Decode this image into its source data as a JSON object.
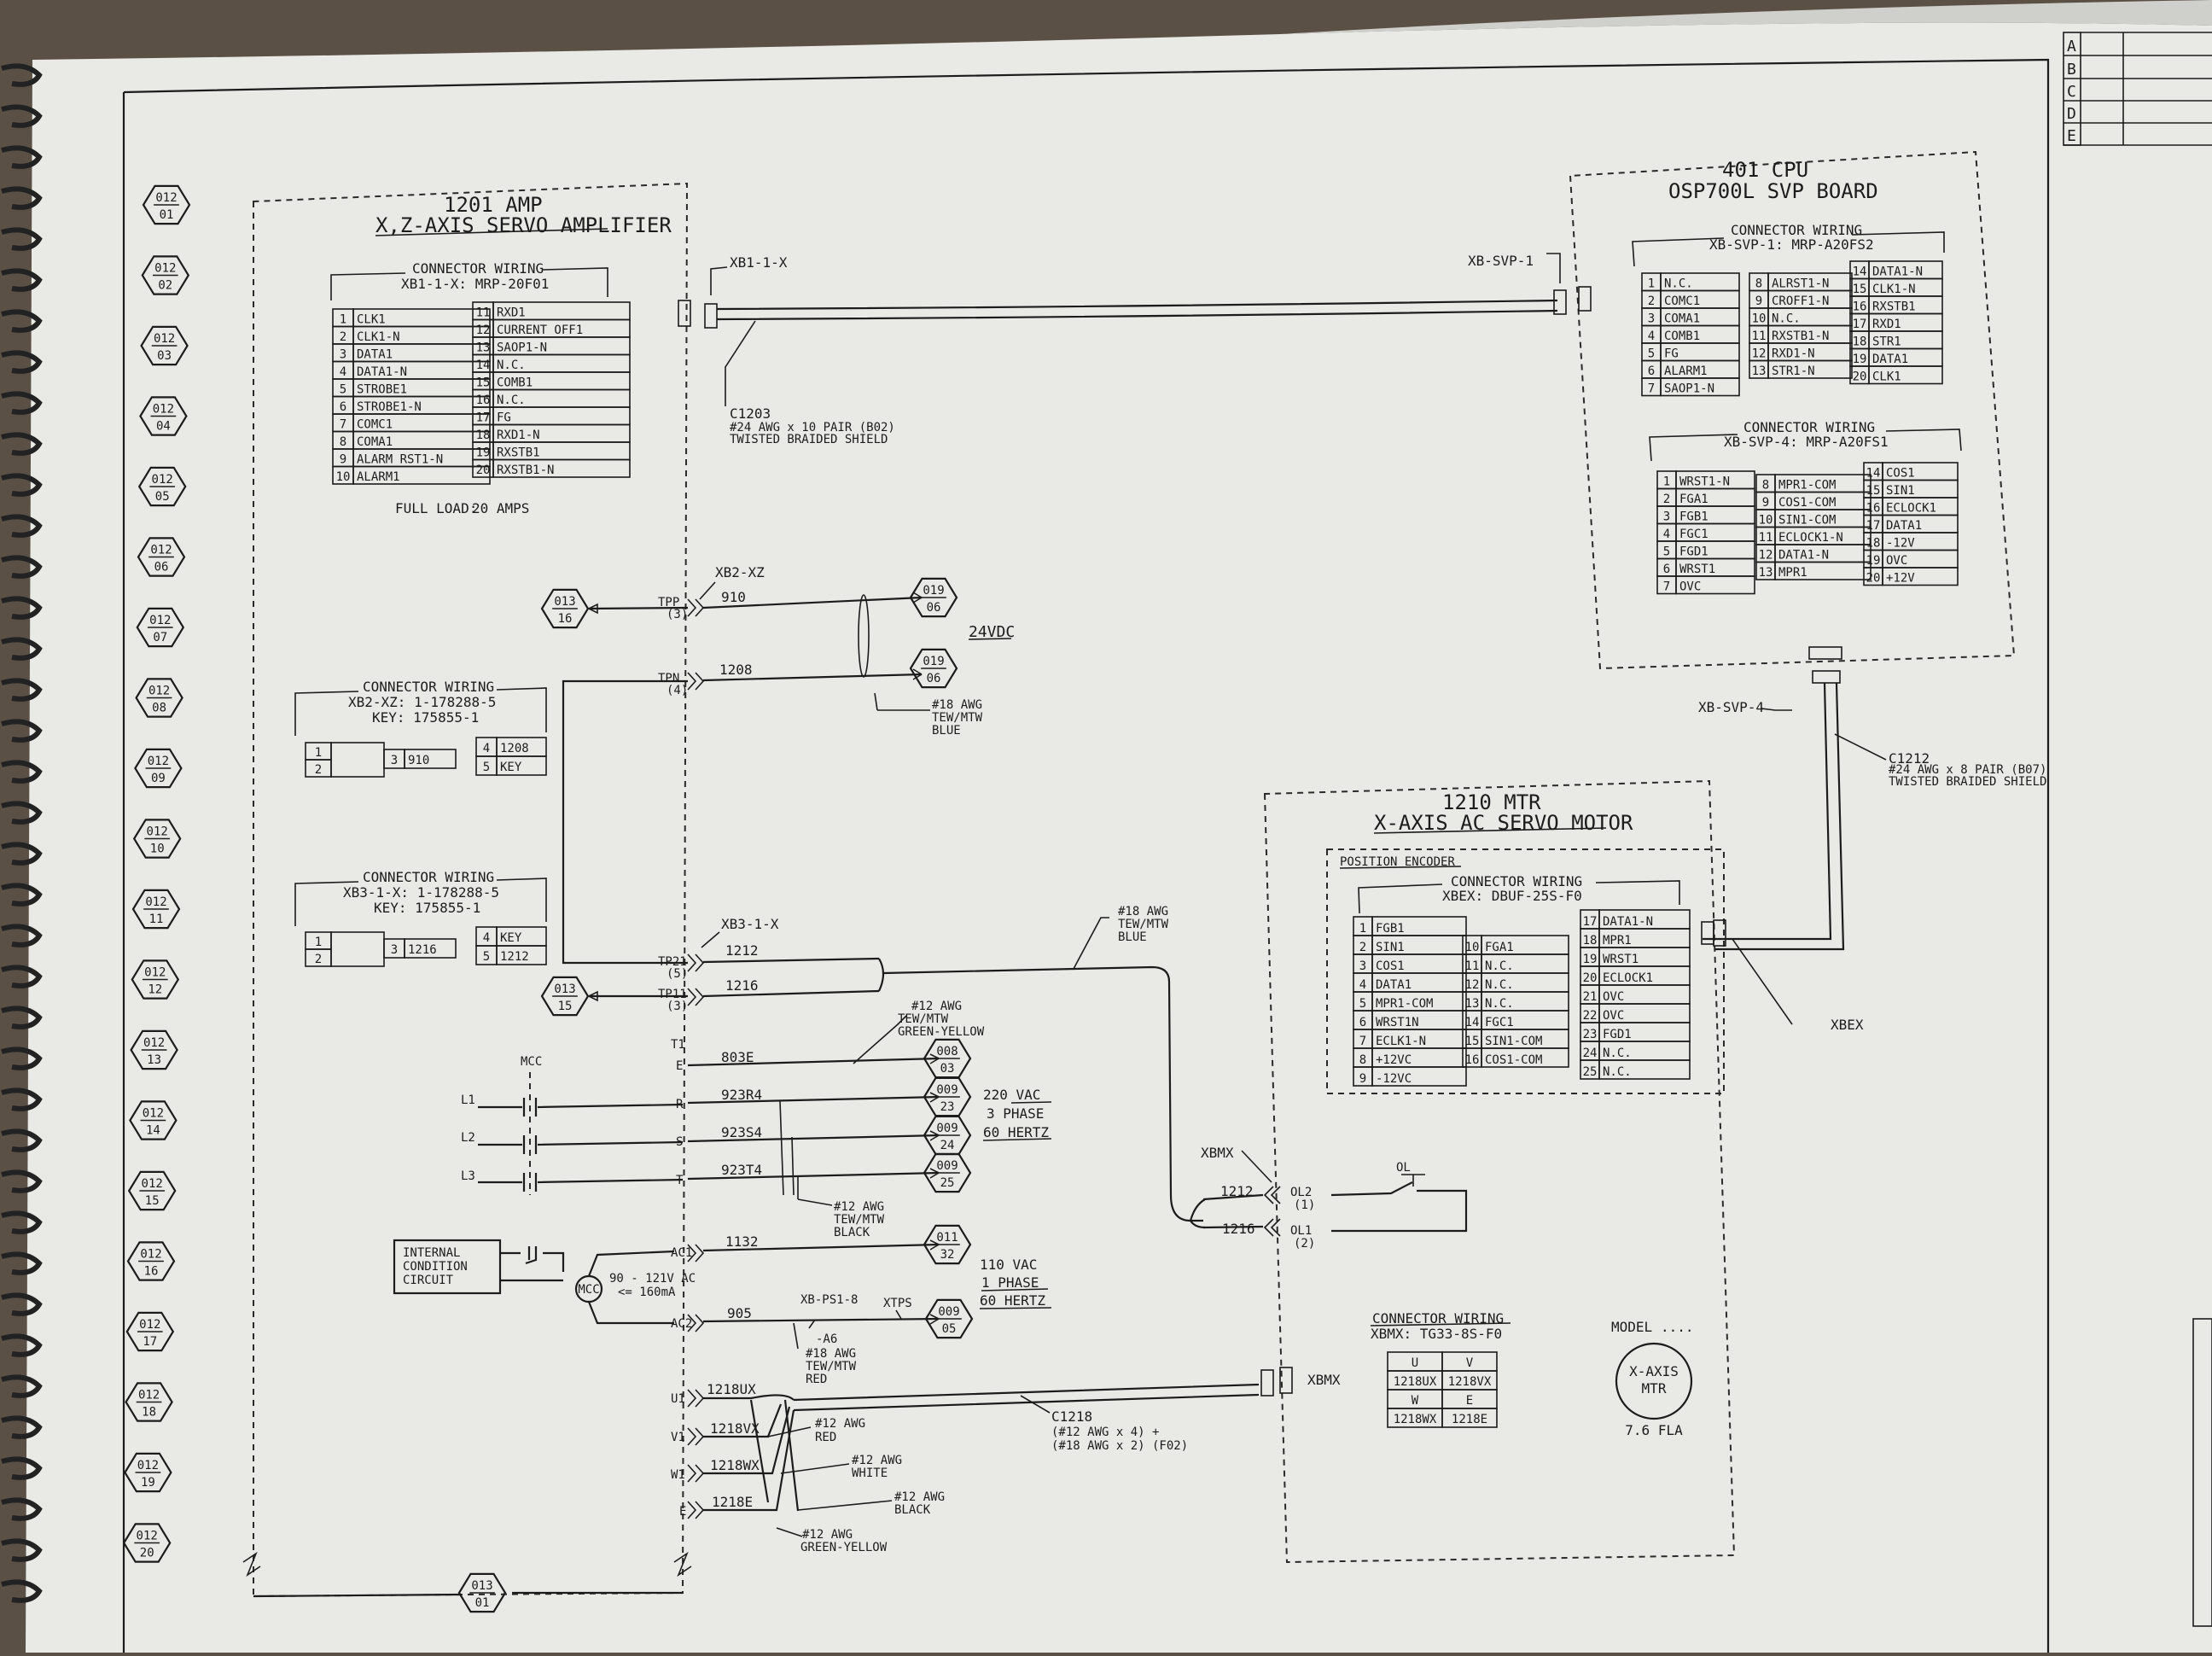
{
  "colors": {
    "paper": "#e9e9e6",
    "ink": "#1c1c1c",
    "background": "#5b5046"
  },
  "revision_block": [
    "A",
    "B",
    "C",
    "D",
    "E"
  ],
  "side_refs": [
    {
      "a": "012",
      "b": "01"
    },
    {
      "a": "012",
      "b": "02"
    },
    {
      "a": "012",
      "b": "03"
    },
    {
      "a": "012",
      "b": "04"
    },
    {
      "a": "012",
      "b": "05"
    },
    {
      "a": "012",
      "b": "06"
    },
    {
      "a": "012",
      "b": "07"
    },
    {
      "a": "012",
      "b": "08"
    },
    {
      "a": "012",
      "b": "09"
    },
    {
      "a": "012",
      "b": "10"
    },
    {
      "a": "012",
      "b": "11"
    },
    {
      "a": "012",
      "b": "12"
    },
    {
      "a": "012",
      "b": "13"
    },
    {
      "a": "012",
      "b": "14"
    },
    {
      "a": "012",
      "b": "15"
    },
    {
      "a": "012",
      "b": "16"
    },
    {
      "a": "012",
      "b": "17"
    },
    {
      "a": "012",
      "b": "18"
    },
    {
      "a": "012",
      "b": "19"
    },
    {
      "a": "012",
      "b": "20"
    }
  ],
  "amp": {
    "title": "1201 AMP",
    "subtitle": "X,Z-AXIS SERVO AMPLIFIER",
    "conn_title": "CONNECTOR WIRING",
    "conn_sub": "XB1-1-X: MRP-20F01",
    "left": [
      [
        "1",
        "CLK1"
      ],
      [
        "2",
        "CLK1-N"
      ],
      [
        "3",
        "DATA1"
      ],
      [
        "4",
        "DATA1-N"
      ],
      [
        "5",
        "STROBE1"
      ],
      [
        "6",
        "STROBE1-N"
      ],
      [
        "7",
        "COMC1"
      ],
      [
        "8",
        "COMA1"
      ],
      [
        "9",
        "ALARM RST1-N"
      ],
      [
        "10",
        "ALARM1"
      ]
    ],
    "right": [
      [
        "11",
        "RXD1"
      ],
      [
        "12",
        "CURRENT OFF1"
      ],
      [
        "13",
        "SAOP1-N"
      ],
      [
        "14",
        "N.C."
      ],
      [
        "15",
        "COMB1"
      ],
      [
        "16",
        "N.C."
      ],
      [
        "17",
        "FG"
      ],
      [
        "18",
        "RXD1-N"
      ],
      [
        "19",
        "RXSTB1"
      ],
      [
        "20",
        "RXSTB1-N"
      ]
    ],
    "full_load_label": "FULL LOAD:",
    "full_load_value": "20 AMPS"
  },
  "cpu": {
    "title": "401 CPU",
    "subtitle": "OSP700L SVP BOARD",
    "c1_title": "CONNECTOR WIRING",
    "c1_sub": "XB-SVP-1: MRP-A20FS2",
    "c1_a": [
      [
        "1",
        "N.C."
      ],
      [
        "2",
        "COMC1"
      ],
      [
        "3",
        "COMA1"
      ],
      [
        "4",
        "COMB1"
      ],
      [
        "5",
        "FG"
      ],
      [
        "6",
        "ALARM1"
      ],
      [
        "7",
        "SAOP1-N"
      ]
    ],
    "c1_b": [
      [
        "8",
        "ALRST1-N"
      ],
      [
        "9",
        "CROFF1-N"
      ],
      [
        "10",
        "N.C."
      ],
      [
        "11",
        "RXSTB1-N"
      ],
      [
        "12",
        "RXD1-N"
      ],
      [
        "13",
        "STR1-N"
      ]
    ],
    "c1_c": [
      [
        "14",
        "DATA1-N"
      ],
      [
        "15",
        "CLK1-N"
      ],
      [
        "16",
        "RXSTB1"
      ],
      [
        "17",
        "RXD1"
      ],
      [
        "18",
        "STR1"
      ],
      [
        "19",
        "DATA1"
      ],
      [
        "20",
        "CLK1"
      ]
    ],
    "c2_title": "CONNECTOR WIRING",
    "c2_sub": "XB-SVP-4: MRP-A20FS1",
    "c2_a": [
      [
        "1",
        "WRST1-N"
      ],
      [
        "2",
        "FGA1"
      ],
      [
        "3",
        "FGB1"
      ],
      [
        "4",
        "FGC1"
      ],
      [
        "5",
        "FGD1"
      ],
      [
        "6",
        "WRST1"
      ],
      [
        "7",
        "OVC"
      ]
    ],
    "c2_b": [
      [
        "8",
        "MPR1-COM"
      ],
      [
        "9",
        "COS1-COM"
      ],
      [
        "10",
        "SIN1-COM"
      ],
      [
        "11",
        "ECLOCK1-N"
      ],
      [
        "12",
        "DATA1-N"
      ],
      [
        "13",
        "MPR1"
      ]
    ],
    "c2_c": [
      [
        "14",
        "COS1"
      ],
      [
        "15",
        "SIN1"
      ],
      [
        "16",
        "ECLOCK1"
      ],
      [
        "17",
        "DATA1"
      ],
      [
        "18",
        "-12V"
      ],
      [
        "19",
        "OVC"
      ],
      [
        "20",
        "+12V"
      ]
    ]
  },
  "motor": {
    "title": "1210 MTR",
    "subtitle": "X-AXIS AC SERVO MOTOR",
    "encoder_label": "POSITION ENCODER",
    "conn_title": "CONNECTOR WIRING",
    "conn_sub": "XBEX: DBUF-25S-F0",
    "a": [
      [
        "1",
        "FGB1"
      ],
      [
        "2",
        "SIN1"
      ],
      [
        "3",
        "COS1"
      ],
      [
        "4",
        "DATA1"
      ],
      [
        "5",
        "MPR1-COM"
      ],
      [
        "6",
        "WRST1N"
      ],
      [
        "7",
        "ECLK1-N"
      ],
      [
        "8",
        "+12VC"
      ],
      [
        "9",
        "-12VC"
      ]
    ],
    "b": [
      [
        "10",
        "FGA1"
      ],
      [
        "11",
        "N.C."
      ],
      [
        "12",
        "N.C."
      ],
      [
        "13",
        "N.C."
      ],
      [
        "14",
        "FGC1"
      ],
      [
        "15",
        "SIN1-COM"
      ],
      [
        "16",
        "COS1-COM"
      ]
    ],
    "c": [
      [
        "17",
        "DATA1-N"
      ],
      [
        "18",
        "MPR1"
      ],
      [
        "19",
        "WRST1"
      ],
      [
        "20",
        "ECLOCK1"
      ],
      [
        "21",
        "OVC"
      ],
      [
        "22",
        "OVC"
      ],
      [
        "23",
        "FGD1"
      ],
      [
        "24",
        "N.C."
      ],
      [
        "25",
        "N.C."
      ]
    ],
    "xbmx_title": "CONNECTOR WIRING",
    "xbmx_sub": "XBMX: TG33-8S-F0",
    "xbmx_grid": [
      [
        "U",
        "V"
      ],
      [
        "1218UX",
        "1218VX"
      ],
      [
        "W",
        "E"
      ],
      [
        "1218WX",
        "1218E"
      ]
    ],
    "model_label": "MODEL",
    "circle_l1": "X-AXIS",
    "circle_l2": "MTR",
    "fla": "7.6 FLA"
  },
  "xb2": {
    "title": "CONNECTOR WIRING",
    "sub": "XB2-XZ: 1-178288-5",
    "key": "KEY: 175855-1",
    "p1": "1",
    "p2": "2",
    "p3": "3",
    "w3": "910",
    "p4": "4",
    "w4": "1208",
    "p5": "5",
    "w5": "KEY"
  },
  "xb3": {
    "title": "CONNECTOR WIRING",
    "sub": "XB3-1-X: 1-178288-5",
    "key": "KEY: 175855-1",
    "p1": "1",
    "p2": "2",
    "p3": "3",
    "w3": "1216",
    "p4": "4",
    "w4": "KEY",
    "p5": "5",
    "w5": "1212"
  },
  "labels": {
    "xb1": "XB1-1-X",
    "xbsvp1": "XB-SVP-1",
    "c1203": "C1203",
    "c1203_d1": "#24 AWG x 10 PAIR (B02)",
    "c1203_d2": "TWISTED BRAIDED SHIELD",
    "xb2xz": "XB2-XZ",
    "tpp": "TPP",
    "tpp_n": "(3)",
    "w910": "910",
    "tpn": "TPN",
    "tpn_n": "(4)",
    "w1208": "1208",
    "v24": "24VDC",
    "awg18a_1": "#18 AWG",
    "awg18a_2": "TEW/MTW",
    "awg18a_3": "BLUE",
    "xbsvp4": "XB-SVP-4",
    "c1212": "C1212",
    "c1212_d1": "#24 AWG x 8 PAIR (B07)",
    "c1212_d2": "TWISTED BRAIDED SHIELD",
    "xb31x": "XB3-1-X",
    "tp21": "TP21",
    "tp21_n": "(5)",
    "w1212": "1212",
    "tp11": "TP11",
    "tp11_n": "(3)",
    "w1216": "1216",
    "awg18b_1": "#18 AWG",
    "awg18b_2": "TEW/MTW",
    "awg18b_3": "BLUE",
    "awg12a_1": "#12 AWG",
    "awg12a_2": "TEW/MTW",
    "awg12a_3": "GREEN-YELLOW",
    "t1": "T1",
    "e": "E",
    "w803e": "803E",
    "r": "R",
    "w923r4": "923R4",
    "s": "S",
    "w923s4": "923S4",
    "t": "T",
    "w923t4": "923T4",
    "mcc": "MCC",
    "l1": "L1",
    "l2": "L2",
    "l3": "L3",
    "v220_1": "220 VAC",
    "v220_2": "3 PHASE",
    "v220_3": "60 HERTZ",
    "awg12b_1": "#12 AWG",
    "awg12b_2": "TEW/MTW",
    "awg12b_3": "BLACK",
    "xbex": "XBEX",
    "xbmx_top": "XBMX",
    "ol2": "OL2",
    "ol2_n": "(1)",
    "ol1": "OL1",
    "ol1_n": "(2)",
    "w1212b": "1212",
    "w1216b": "1216",
    "ol": "OL",
    "icc1": "INTERNAL",
    "icc2": "CONDITION",
    "icc3": "CIRCUIT",
    "mcc_coil": "MCC",
    "coil1": "90 - 121V AC",
    "coil2": "<= 160mA",
    "ac1": "AC1",
    "w1132": "1132",
    "ac2": "AC2",
    "w905": "905",
    "xbps1": "XB-PS1-8",
    "a6": "-A6",
    "xtps": "XTPS",
    "v110_1": "110 VAC",
    "v110_2": "1 PHASE",
    "v110_3": "60 HERTZ",
    "awg18c_1": "#18 AWG",
    "awg18c_2": "TEW/MTW",
    "awg18c_3": "RED",
    "u1": "U1",
    "w1218ux": "1218UX",
    "v1": "V1",
    "w1218vx": "1218VX",
    "w1": "W1",
    "w1218wx": "1218WX",
    "e2": "E",
    "w1218e": "1218E",
    "c1218": "C1218",
    "c1218_d1": "(#12 AWG x 4) +",
    "c1218_d2": "(#18 AWG x 2) (F02)",
    "xbmx": "XBMX",
    "awg12r_1": "#12 AWG",
    "awg12r_2": "RED",
    "awg12w_1": "#12 AWG",
    "awg12w_2": "WHITE",
    "awg12k_1": "#12 AWG",
    "awg12k_2": "BLACK",
    "awg12g_1": "#12 AWG",
    "awg12g_2": "GREEN-YELLOW"
  },
  "refs": {
    "r01316": {
      "a": "013",
      "b": "16"
    },
    "r01906a": {
      "a": "019",
      "b": "06"
    },
    "r01906b": {
      "a": "019",
      "b": "06"
    },
    "r01315": {
      "a": "013",
      "b": "15"
    },
    "r00803": {
      "a": "008",
      "b": "03"
    },
    "r00923": {
      "a": "009",
      "b": "23"
    },
    "r00924": {
      "a": "009",
      "b": "24"
    },
    "r00925": {
      "a": "009",
      "b": "25"
    },
    "r01132": {
      "a": "011",
      "b": "32"
    },
    "r00905": {
      "a": "009",
      "b": "05"
    },
    "r01301": {
      "a": "013",
      "b": "01"
    }
  }
}
